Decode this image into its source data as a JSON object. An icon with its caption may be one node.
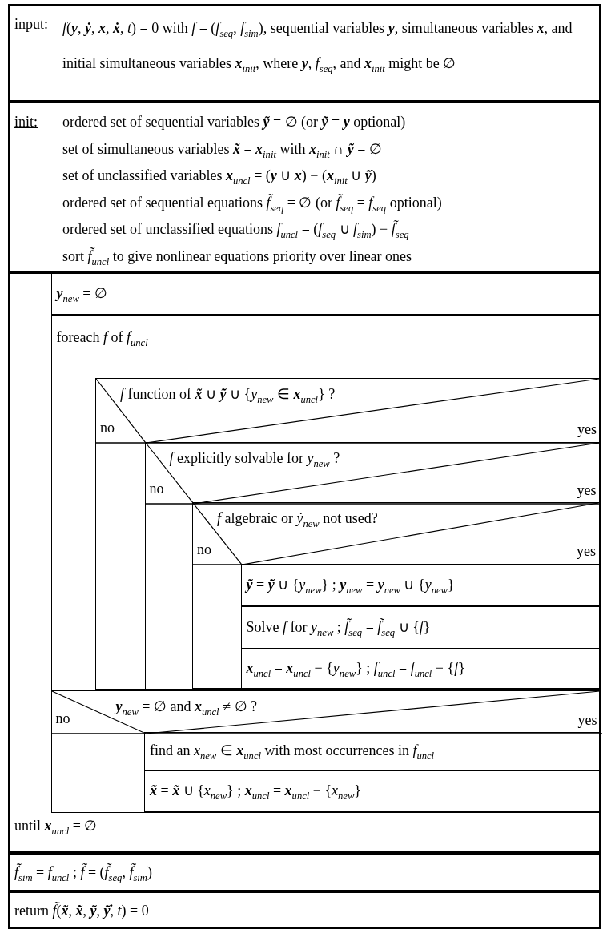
{
  "diagram": {
    "nodes": [
      {
        "text": [
          "input:",
          "*f*(**y**, **ẏ**, **x**, **ẋ**, *t*) = 0 with *f* = (*f*$_{seq}$, *f*$_{sim}$), sequential variables **y**, simultaneous variables **x**, and initial simultaneous variables **x**$_{init}$, where **y**, *f*$_{seq}$, and **x**$_{init}$ might be ∅"
        ]
      },
      {
        "text": [
          "init:",
          "ordered set of sequential variables **ỹ** = ∅ (or **ỹ** = **y** optional)",
          "set of simultaneous variables **x̃** = **x**$_{init}$ with **x**$_{init}$ ∩ **ỹ** = ∅",
          "set of unclassified variables **x**$_{uncl}$ = (**y** ∪ **x**) − (**x**$_{init}$ ∪ **ỹ**)",
          "ordered set of sequential equations *f̃*$_{seq}$ = ∅ (or *f̃*$_{seq}$ = *f*$_{seq}$ optional)",
          "ordered set of unclassified equations *f*$_{uncl}$ = (*f*$_{seq}$ ∪ *f*$_{sim}$) − *f̃*$_{seq}$",
          "sort *f̃*$_{uncl}$ to give nonlinear equations priority over linear ones"
        ]
      },
      {
        "text": [
          "until **x**$_{uncl}$ = ∅"
        ]
      },
      {
        "text": [
          "**y**$_{new}$ = ∅"
        ],
        "in": 2
      },
      {
        "text": [
          "foreach *f* of *f*$_{uncl}$"
        ],
        "in": 2
      },
      {
        "text": [
          "*f* function of **x̃** ∪ **ỹ** ∪ {*y*$_{new}$ ∈ **x**$_{uncl}$} ?",
          "no",
          "yes"
        ],
        "in": 4
      },
      {
        "text": [
          "*f* explicitly solvable for *y*$_{new}$ ?",
          "no",
          "yes"
        ],
        "in": 5
      },
      {
        "text": [
          "*f* algebraic or *ẏ*$_{new}$ not used?",
          "no",
          "yes"
        ],
        "in": 6
      },
      {
        "text": [
          "**ỹ** = **ỹ** ∪ {*y*$_{new}$} ; **y**$_{new}$ = **y**$_{new}$ ∪ {*y*$_{new}$}"
        ],
        "in": 7
      },
      {
        "text": [
          "Solve *f* for *y*$_{new}$ ; *f̃*$_{seq}$ = *f̃*$_{seq}$ ∪ {*f*}"
        ],
        "in": 7
      },
      {
        "text": [
          "**x**$_{uncl}$ = **x**$_{uncl}$ − {*y*$_{new}$} ; *f*$_{uncl}$ = *f*$_{uncl}$ − {*f*}"
        ],
        "in": 7
      },
      {
        "text": [
          "**y**$_{new}$ = ∅ and **x**$_{uncl}$ ≠ ∅ ?",
          "no",
          "yes"
        ],
        "in": 2
      },
      {
        "text": [
          "find an *x*$_{new}$ ∈ **x**$_{uncl}$ with most occurrences in *f*$_{uncl}$"
        ],
        "in": 11
      },
      {
        "text": [
          "**x̃** = **x̃** ∪ {*x*$_{new}$} ; **x**$_{uncl}$ = **x**$_{uncl}$ − {*x*$_{new}$}"
        ],
        "in": 11
      },
      {
        "text": [
          "*f̃*$_{sim}$ = *f*$_{uncl}$ ; *f̃* = (*f̃*$_{seq}$, *f̃*$_{sim}$)"
        ]
      },
      {
        "text": [
          "return *f̃*(**x̃**, **x̃̇**, **ỹ**, **ỹ̇**, *t*) = 0"
        ]
      }
    ],
    "edges": []
  }
}
